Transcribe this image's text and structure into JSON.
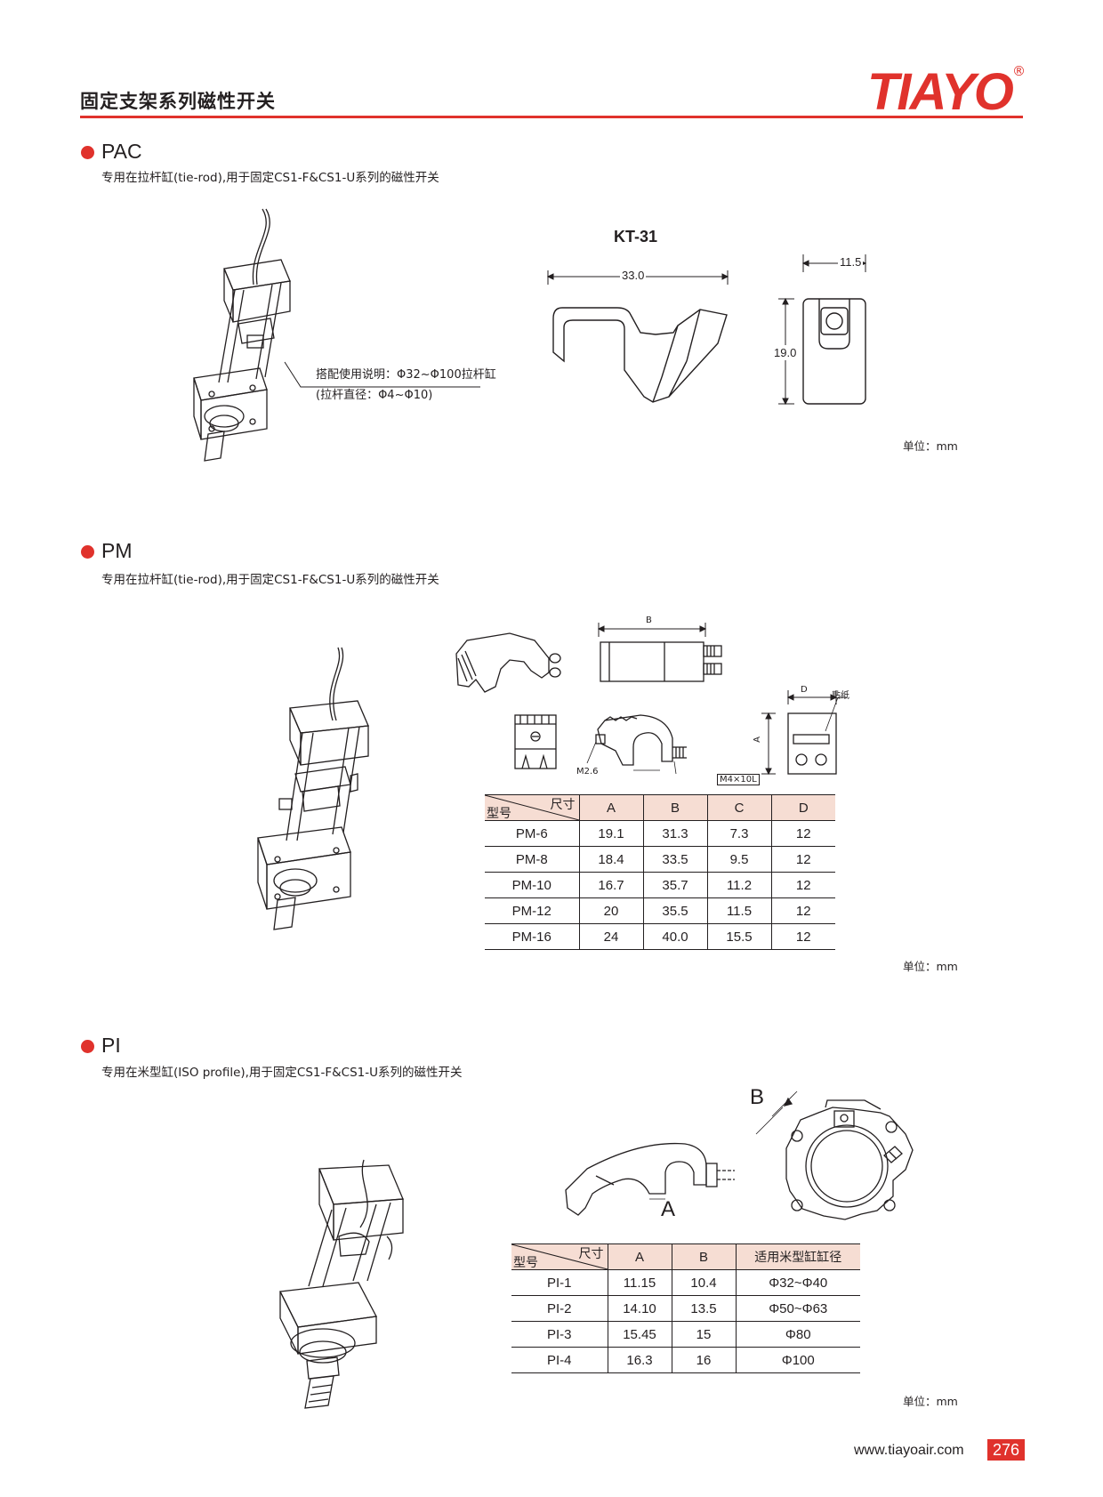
{
  "header": {
    "title": "固定支架系列磁性开关",
    "logo_text": "TIAYO",
    "registered": "®",
    "accent": "#e0322c"
  },
  "pac": {
    "title": "PAC",
    "description": "专用在拉杆缸(tie-rod),用于固定CS1-F&CS1-U系列的磁性开关",
    "model": "KT-31",
    "dim_width": "33.0",
    "dim_depth": "11.5",
    "dim_height": "19.0",
    "note_line1": "搭配使用说明：Φ32~Φ100拉杆缸",
    "note_line2": "(拉杆直径：Φ4~Φ10)",
    "unit": "单位：mm"
  },
  "pm": {
    "title": "PM",
    "description": "专用在拉杆缸(tie-rod),用于固定CS1-F&CS1-U系列的磁性开关",
    "label_b": "B",
    "label_d": "D",
    "label_a": "A",
    "label_sticker": "贴纸",
    "label_m26": "M2.6",
    "label_m4": "M4×10L",
    "table_header_top": "尺寸",
    "table_header_bottom": "型号",
    "columns": [
      "A",
      "B",
      "C",
      "D"
    ],
    "rows": [
      [
        "PM-6",
        "19.1",
        "31.3",
        "7.3",
        "12"
      ],
      [
        "PM-8",
        "18.4",
        "33.5",
        "9.5",
        "12"
      ],
      [
        "PM-10",
        "16.7",
        "35.7",
        "11.2",
        "12"
      ],
      [
        "PM-12",
        "20",
        "35.5",
        "11.5",
        "12"
      ],
      [
        "PM-16",
        "24",
        "40.0",
        "15.5",
        "12"
      ]
    ],
    "unit": "单位：mm"
  },
  "pi": {
    "title": "PI",
    "description": "专用在米型缸(ISO profile),用于固定CS1-F&CS1-U系列的磁性开关",
    "label_a": "A",
    "label_b": "B",
    "table_header_top": "尺寸",
    "table_header_bottom": "型号",
    "columns": [
      "A",
      "B",
      "适用米型缸缸径"
    ],
    "rows": [
      [
        "PI-1",
        "11.15",
        "10.4",
        "Φ32~Φ40"
      ],
      [
        "PI-2",
        "14.10",
        "13.5",
        "Φ50~Φ63"
      ],
      [
        "PI-3",
        "15.45",
        "15",
        "Φ80"
      ],
      [
        "PI-4",
        "16.3",
        "16",
        "Φ100"
      ]
    ],
    "unit": "单位：mm"
  },
  "footer": {
    "url": "www.tiayoair.com",
    "page": "276"
  }
}
